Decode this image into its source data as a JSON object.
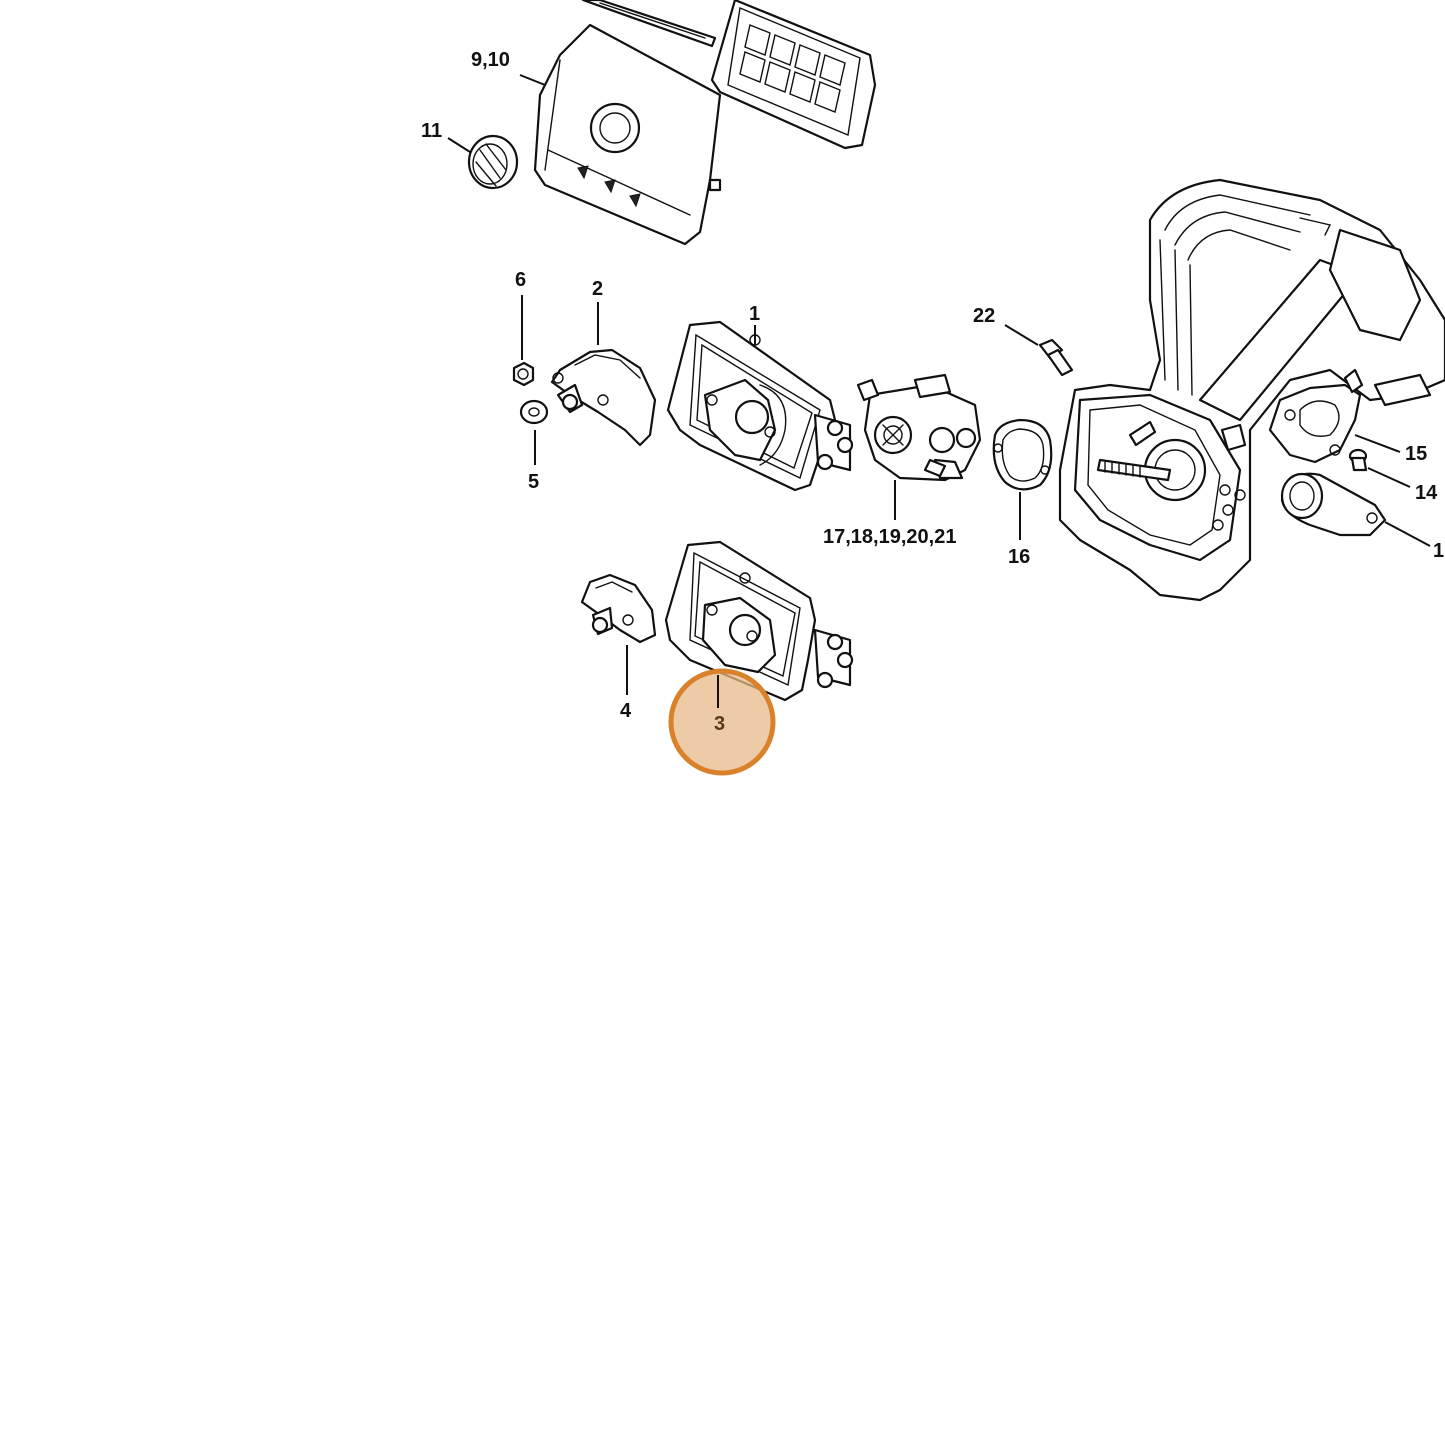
{
  "callouts": {
    "c1": "1",
    "c2": "2",
    "c3": "3",
    "c4": "4",
    "c5": "5",
    "c6": "6",
    "c9_10": "9,10",
    "c11": "11",
    "c14": "14",
    "c15": "15",
    "c16": "16",
    "c17_21": "17,18,19,20,21",
    "c22": "22",
    "c_edge": "1"
  },
  "highlight": {
    "selected_callout": "3",
    "fill_color": "#e8b98a",
    "ring_color": "#d9822b"
  }
}
